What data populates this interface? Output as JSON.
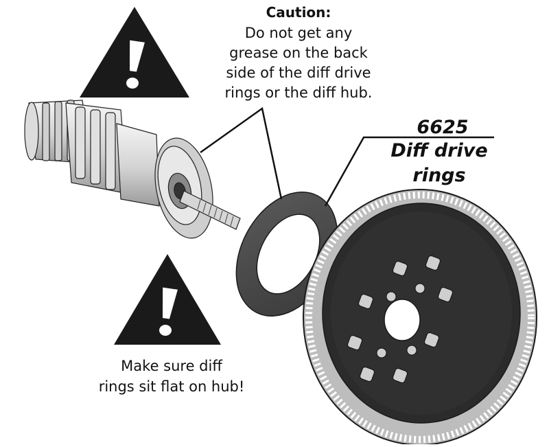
{
  "caution": {
    "title": "Caution:",
    "lines": [
      "Do not get any",
      "grease on the back",
      "side of the diff drive",
      "rings or the diff hub."
    ]
  },
  "callout": {
    "part_number": "6625",
    "name_lines": [
      "Diff drive",
      "rings"
    ]
  },
  "note": {
    "lines": [
      "Make sure diff",
      "rings sit flat on hub!"
    ]
  },
  "icons": [
    "warning-triangle-icon",
    "warning-triangle-icon"
  ],
  "colors": {
    "ink": "#111111",
    "gear": "#2b2b2b",
    "ring": "#4a4a4a",
    "metal_light": "#e6e6e6",
    "metal_mid": "#b5b5b5"
  }
}
